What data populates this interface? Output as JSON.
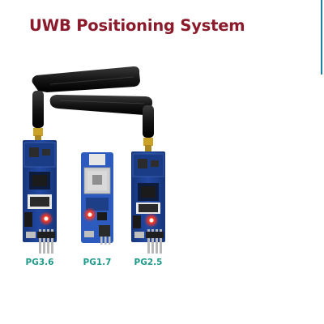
{
  "title": "UWB Positioning System",
  "devices": [
    {
      "label": "PG3.6"
    },
    {
      "label": "PG1.7"
    },
    {
      "label": "PG2.5"
    }
  ],
  "colors": {
    "title": "#8b1a2b",
    "label": "#1f9a8a",
    "edge_line": "#1e7fa3",
    "board": "#1c3f8f",
    "antenna": "#1a1a1a",
    "led": "#ff2a1a"
  }
}
